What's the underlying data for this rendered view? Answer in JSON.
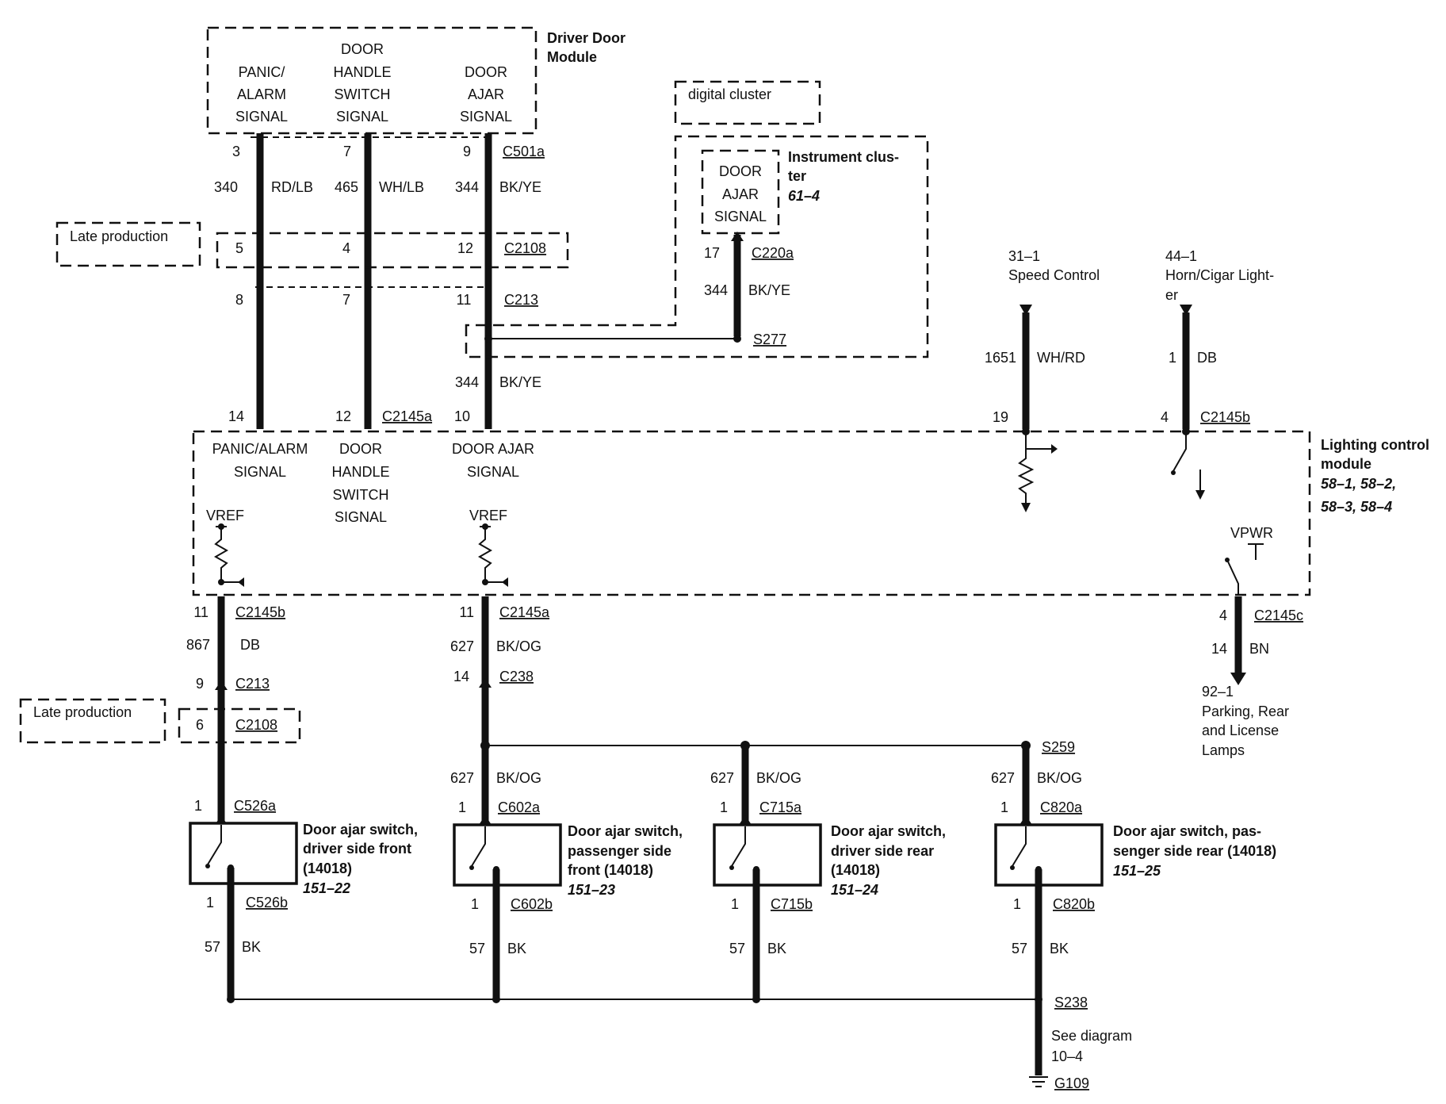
{
  "driver_door_module": {
    "title": [
      "Driver Door",
      "Module"
    ],
    "signals": [
      [
        "PANIC/",
        "ALARM",
        "SIGNAL"
      ],
      [
        "DOOR",
        "HANDLE",
        "SWITCH",
        "SIGNAL"
      ],
      [
        "DOOR",
        "AJAR",
        "SIGNAL"
      ]
    ],
    "connector": "C501a",
    "pins": [
      "3",
      "7",
      "9"
    ]
  },
  "wires_top": [
    {
      "circuit": "340",
      "color": "RD/LB"
    },
    {
      "circuit": "465",
      "color": "WH/LB"
    },
    {
      "circuit": "344",
      "color": "BK/YE"
    }
  ],
  "late_production_label": "Late production",
  "c2108_top": {
    "connector": "C2108",
    "pins": [
      "5",
      "4",
      "12"
    ]
  },
  "c213_top": {
    "connector": "C213",
    "pins": [
      "8",
      "7",
      "11"
    ]
  },
  "digital_cluster_label": "digital cluster",
  "instrument_cluster": {
    "signal": [
      "DOOR",
      "AJAR",
      "SIGNAL"
    ],
    "title": [
      "Instrument clus-",
      "ter"
    ],
    "ref": "61–4",
    "connector": "C220a",
    "pin": "17",
    "circuit": "344",
    "color": "BK/YE",
    "splice": "S277"
  },
  "wire_344_mid": {
    "circuit": "344",
    "color": "BK/YE"
  },
  "c2145a_top": {
    "connector": "C2145a",
    "pins": [
      "14",
      "12",
      "10"
    ]
  },
  "speed_control": {
    "ref": "31–1",
    "label": "Speed Control",
    "circuit": "1651",
    "color": "WH/RD",
    "pin": "19"
  },
  "horn": {
    "ref": "44–1",
    "label": [
      "Horn/Cigar Light-",
      "er"
    ],
    "circuit": "1",
    "color": "DB",
    "pin": "4",
    "connector": "C2145b"
  },
  "lighting_control_module": {
    "title": [
      "Lighting control",
      "module"
    ],
    "refs": [
      "58–1, 58–2,",
      "58–3, 58–4"
    ],
    "signals": [
      [
        "PANIC/ALARM",
        "SIGNAL"
      ],
      [
        "DOOR",
        "HANDLE",
        "SWITCH",
        "SIGNAL"
      ],
      [
        "DOOR AJAR",
        "SIGNAL"
      ]
    ],
    "vref": "VREF",
    "vpwr": "VPWR"
  },
  "left_branch": {
    "connector1": "C2145b",
    "pin1": "11",
    "circuit": "867",
    "color": "DB",
    "connector2": "C213",
    "pin2": "9",
    "connector3": "C2108",
    "pin3": "6"
  },
  "mid_branch": {
    "connector1": "C2145a",
    "pin1": "11",
    "circuit": "627",
    "color": "BK/OG",
    "connector2": "C238",
    "pin2": "14"
  },
  "right_branch": {
    "connector": "C2145c",
    "pin": "4",
    "circuit": "14",
    "color": "BN",
    "ref": "92–1",
    "label": [
      "Parking, Rear",
      "and License",
      "Lamps"
    ]
  },
  "splice_s259": "S259",
  "switches": [
    {
      "pin_top": "1",
      "conn_top": "C526a",
      "wire_top": null,
      "title": [
        "Door ajar switch,",
        "driver side front",
        "(14018)"
      ],
      "ref": "151–22",
      "pin_bot": "1",
      "conn_bot": "C526b",
      "circuit": "57",
      "color": "BK"
    },
    {
      "pin_top": "1",
      "conn_top": "C602a",
      "wire_top": {
        "circuit": "627",
        "color": "BK/OG"
      },
      "title": [
        "Door ajar switch,",
        "passenger side",
        "front (14018)"
      ],
      "ref": "151–23",
      "pin_bot": "1",
      "conn_bot": "C602b",
      "circuit": "57",
      "color": "BK"
    },
    {
      "pin_top": "1",
      "conn_top": "C715a",
      "wire_top": {
        "circuit": "627",
        "color": "BK/OG"
      },
      "title": [
        "Door ajar switch,",
        "driver side rear",
        "(14018)"
      ],
      "ref": "151–24",
      "pin_bot": "1",
      "conn_bot": "C715b",
      "circuit": "57",
      "color": "BK"
    },
    {
      "pin_top": "1",
      "conn_top": "C820a",
      "wire_top": {
        "circuit": "627",
        "color": "BK/OG"
      },
      "title": [
        "Door ajar switch, pas-",
        "senger side rear (14018)"
      ],
      "ref": "151–25",
      "pin_bot": "1",
      "conn_bot": "C820b",
      "circuit": "57",
      "color": "BK"
    }
  ],
  "ground": {
    "splice": "S238",
    "note": [
      "See diagram",
      "10–4"
    ],
    "ground": "G109"
  }
}
